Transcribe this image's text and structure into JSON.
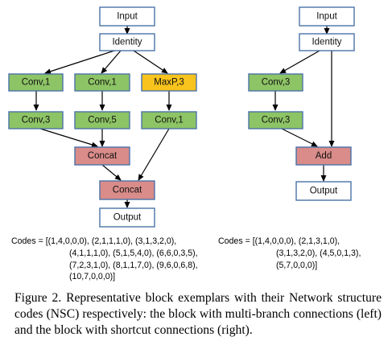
{
  "colors": {
    "plain": "#ffffff",
    "conv": "#8dc465",
    "pool": "#f7c31c",
    "merge": "#d98c8a",
    "border": "#4a73a8"
  },
  "left_block": {
    "nodes": {
      "input": "Input",
      "identity": "Identity",
      "conv_a1": "Conv,1",
      "conv_b1": "Conv,1",
      "maxpool": "MaxP,3",
      "conv_a2": "Conv,3",
      "conv_b2": "Conv,5",
      "conv_c2": "Conv,1",
      "concat1": "Concat",
      "concat2": "Concat",
      "output": "Output"
    },
    "codes_label": "Codes = ",
    "codes_lines": [
      "[(1,4,0,0,0), (2,1,1,1,0), (3,1,3,2,0),",
      "(4,1,1,1,0), (5,1,5,4,0), (6,6,0,3,5),",
      "(7,2,3,1,0), (8,1,1,7,0), (9,6,0,6,8),",
      "(10,7,0,0,0)]"
    ]
  },
  "right_block": {
    "nodes": {
      "input": "Input",
      "identity": "Identity",
      "conv1": "Conv,3",
      "conv2": "Conv,3",
      "add": "Add",
      "output": "Output"
    },
    "codes_label": "Codes = ",
    "codes_lines": [
      "[(1,4,0,0,0), (2,1,3,1,0),",
      "(3,1,3,2,0), (4,5,0,1,3),",
      "(5,7,0,0,0)]"
    ]
  },
  "caption": "Figure 2. Representative block exemplars with their Network structure codes (NSC) respectively: the block with multi-branch connections (left) and the block with shortcut connections (right)."
}
